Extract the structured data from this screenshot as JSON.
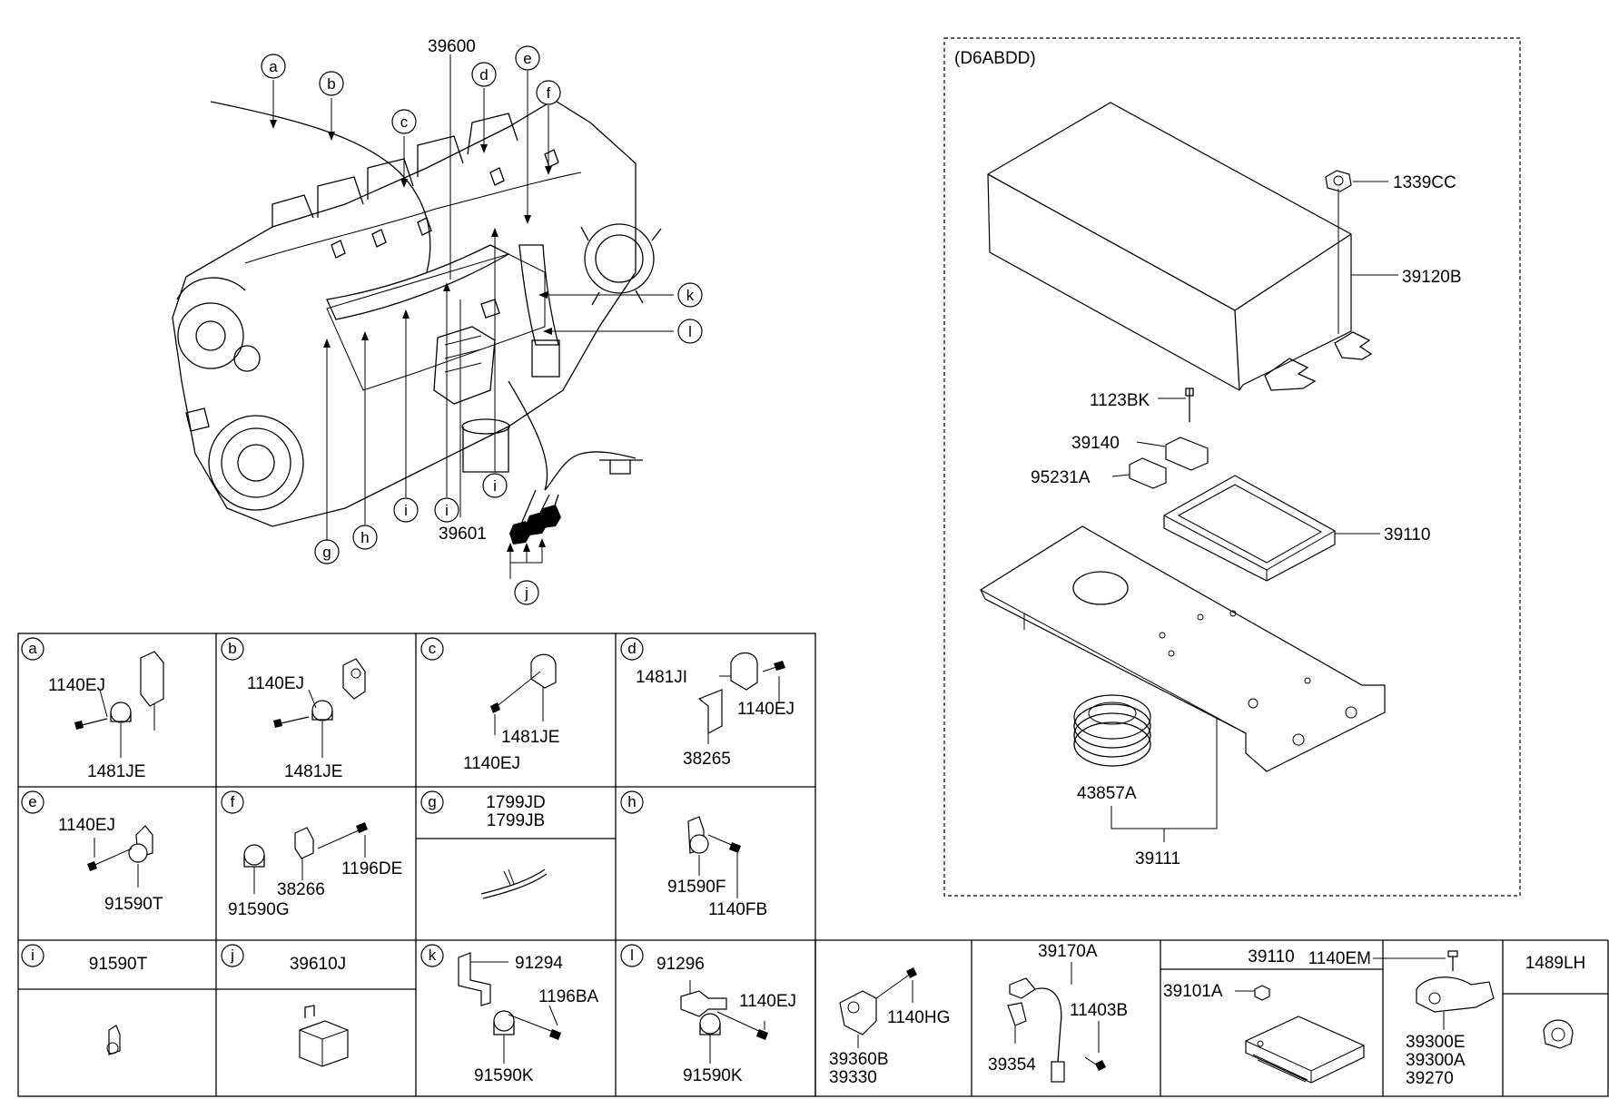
{
  "engine": {
    "callouts": [
      "a",
      "b",
      "c",
      "d",
      "e",
      "f",
      "k",
      "l",
      "g",
      "h",
      "i",
      "i",
      "i",
      "j"
    ],
    "labels": {
      "top_harness": "39600",
      "bottom_harness": "39601"
    }
  },
  "ecu_box": {
    "title": "(D6ABDD)",
    "labels": {
      "nut": "1339CC",
      "cover": "39120B",
      "bolt": "1123BK",
      "relay": "39140",
      "relay2": "95231A",
      "ecu": "39110",
      "grommet": "43857A",
      "assembly": "39111"
    }
  },
  "grid_row1": {
    "a": {
      "letter": "a",
      "labels": [
        "1140EJ",
        "1481JE"
      ]
    },
    "b": {
      "letter": "b",
      "labels": [
        "1140EJ",
        "1481JE"
      ]
    },
    "c": {
      "letter": "c",
      "labels": [
        "1481JE",
        "1140EJ"
      ]
    },
    "d": {
      "letter": "d",
      "labels": [
        "1481JI",
        "1140EJ",
        "38265"
      ]
    }
  },
  "grid_row2": {
    "e": {
      "letter": "e",
      "labels": [
        "1140EJ",
        "91590T"
      ]
    },
    "f": {
      "letter": "f",
      "labels": [
        "1196DE",
        "38266",
        "91590G"
      ]
    },
    "g": {
      "letter": "g",
      "labels": [
        "1799JD",
        "1799JB"
      ]
    },
    "h": {
      "letter": "h",
      "labels": [
        "91590F",
        "1140FB"
      ]
    }
  },
  "grid_row3": {
    "i": {
      "letter": "i",
      "header": "91590T"
    },
    "j": {
      "letter": "j",
      "header": "39610J"
    },
    "k": {
      "letter": "k",
      "labels": [
        "91294",
        "1196BA",
        "91590K"
      ]
    },
    "l": {
      "letter": "l",
      "labels": [
        "91296",
        "1140EJ",
        "91590K"
      ]
    },
    "sensor1": {
      "labels": [
        "1140HG",
        "39360B",
        "39330"
      ]
    },
    "sensor2": {
      "labels": [
        "39170A",
        "11403B",
        "39354"
      ]
    },
    "ecu_cell": {
      "header": "39110",
      "labels": [
        "39101A"
      ]
    },
    "map_cell": {
      "labels": [
        "1140EM",
        "39300E",
        "39300A",
        "39270"
      ]
    },
    "clip_cell": {
      "header": "1489LH"
    }
  }
}
